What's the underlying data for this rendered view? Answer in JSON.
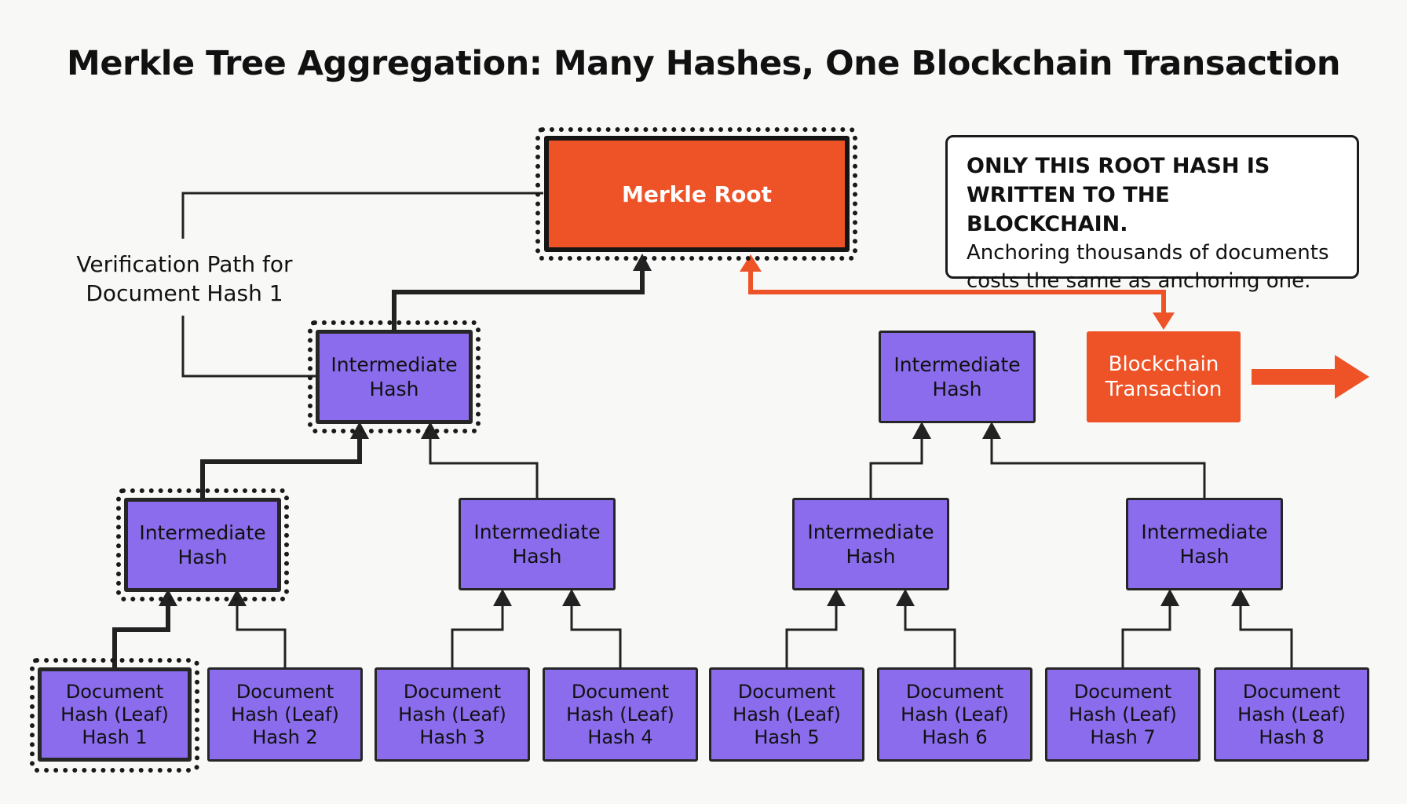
{
  "title": "Merkle Tree Aggregation: Many Hashes, One Blockchain Transaction",
  "root": {
    "label": "Merkle Root"
  },
  "intermediate_label": "Intermediate\nHash",
  "leaves": [
    {
      "line1": "Document",
      "line2": "Hash (Leaf)",
      "line3": "Hash 1"
    },
    {
      "line1": "Document",
      "line2": "Hash (Leaf)",
      "line3": "Hash 2"
    },
    {
      "line1": "Document",
      "line2": "Hash (Leaf)",
      "line3": "Hash 3"
    },
    {
      "line1": "Document",
      "line2": "Hash (Leaf)",
      "line3": "Hash 4"
    },
    {
      "line1": "Document",
      "line2": "Hash (Leaf)",
      "line3": "Hash 5"
    },
    {
      "line1": "Document",
      "line2": "Hash (Leaf)",
      "line3": "Hash 6"
    },
    {
      "line1": "Document",
      "line2": "Hash (Leaf)",
      "line3": "Hash 7"
    },
    {
      "line1": "Document",
      "line2": "Hash (Leaf)",
      "line3": "Hash 8"
    }
  ],
  "blockchain_tx": {
    "label": "Blockchain\nTransaction"
  },
  "callout": {
    "bold_line1": "ONLY THIS ROOT HASH IS",
    "bold_line2": "WRITTEN TO THE BLOCKCHAIN.",
    "line3": "Anchoring thousands of documents",
    "line4": "costs the same as anchoring one."
  },
  "verification_label": {
    "line1": "Verification Path for",
    "line2": "Document Hash 1"
  },
  "colors": {
    "hash_node": "#8a6cec",
    "root_and_tx": "#ee5227",
    "outline": "#1a1a1a"
  }
}
